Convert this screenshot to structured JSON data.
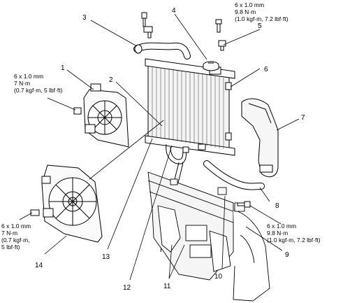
{
  "callouts": {
    "c1": "1",
    "c2": "2",
    "c3": "3",
    "c4": "4",
    "c5": "5",
    "c6": "6",
    "c7": "7",
    "c8": "8",
    "c9": "9",
    "c10": "10",
    "c11": "11",
    "c12": "12",
    "c13": "13",
    "c14": "14"
  },
  "specs": {
    "top_right": {
      "l1": "6 x 1.0 mm",
      "l2": "9.8 N·m",
      "l3": "(1.0 kgf·m, 7.2 lbf·ft)"
    },
    "upper_left": {
      "l1": "6 x 1.0 mm",
      "l2": "7 N·m",
      "l3": "(0.7 kgf·m, 5 lbf·ft)"
    },
    "lower_left": {
      "l1": "6 x 1.0 mm",
      "l2": "7 N·m",
      "l3": "(0.7 kgf·m,",
      "l4": "5 lbf·ft)"
    },
    "lower_right": {
      "l1": "6 x 1.0 mm",
      "l2": "9.8 N·m",
      "l3": "(1.0 kgf·m, 7.2 lbf·ft)"
    }
  }
}
